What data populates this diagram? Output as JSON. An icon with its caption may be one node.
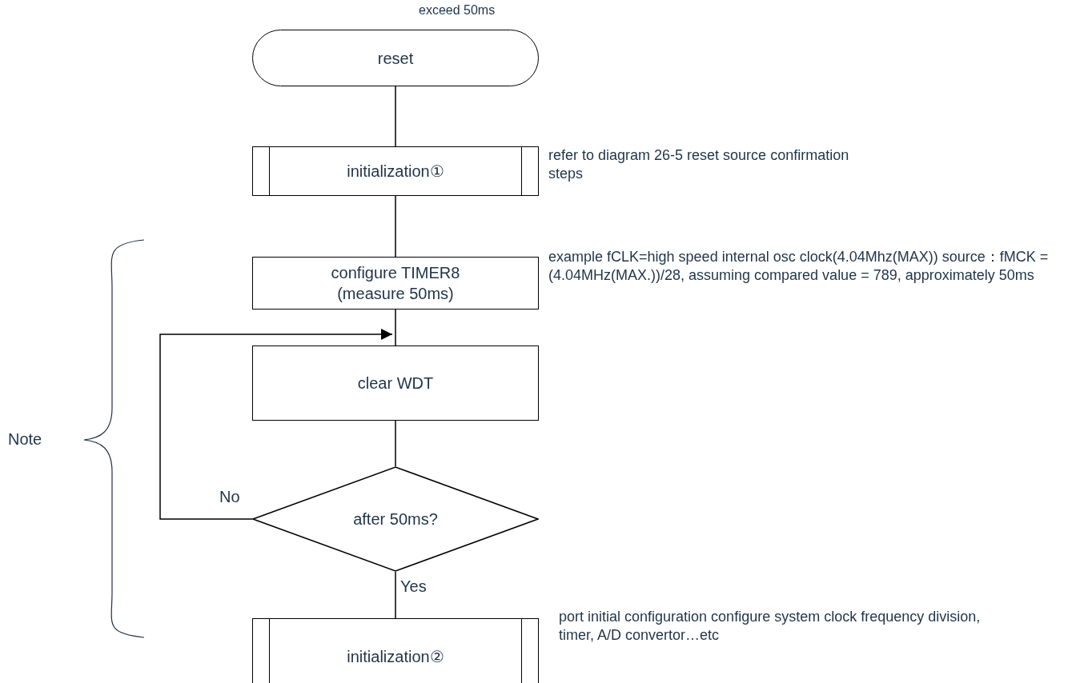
{
  "diagram": {
    "nodes": [
      {
        "text": [
          "reset"
        ],
        "beside": [
          "exceed 50ms"
        ]
      },
      {
        "text": [
          "initialization①"
        ],
        "beside": [
          "refer to diagram 26-5 reset source confirmation steps"
        ]
      },
      {
        "text": [
          "configure TIMER8 (measure 50ms)"
        ],
        "beside": [
          "example fCLK=high speed internal osc clock(4.04Mhz(MAX)) source：fMCK = (4.04MHz(MAX.))/28, assuming compared value = 789,  approximately 50ms"
        ]
      },
      {
        "text": [
          "clear WDT"
        ]
      },
      {
        "text": [
          "after 50ms?"
        ]
      },
      {
        "text": [
          "initialization②"
        ],
        "beside": [
          "port initial configuration configure system clock frequency division, timer, A/D convertor…etc"
        ]
      }
    ],
    "edges": [
      {
        "from": 0,
        "to": 1,
        "arrow": "none"
      },
      {
        "from": 1,
        "to": 2,
        "arrow": "none"
      },
      {
        "from": 2,
        "to": 3,
        "arrow": "none"
      },
      {
        "from": 3,
        "to": 4,
        "arrow": "none"
      },
      {
        "from": 4,
        "to": 3,
        "arrow": "to",
        "label": "No"
      },
      {
        "from": 4,
        "to": 5,
        "arrow": "none",
        "label": "Yes"
      }
    ],
    "labels": [
      "Note"
    ]
  }
}
